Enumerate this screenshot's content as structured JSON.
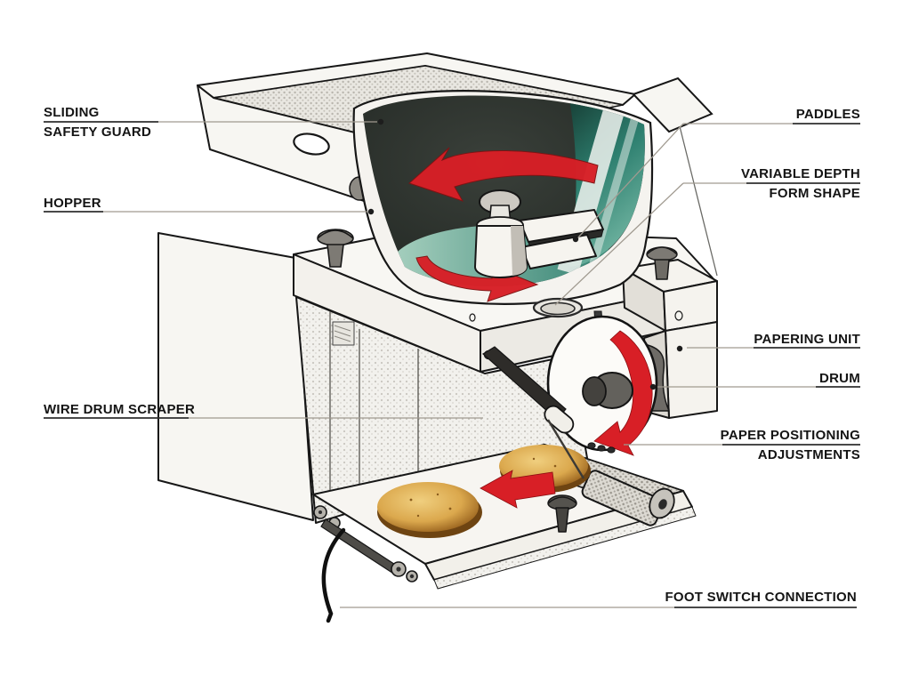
{
  "diagram": {
    "labels": {
      "sliding_safety_guard": {
        "lines": [
          "SLIDING",
          "SAFETY GUARD"
        ]
      },
      "hopper": {
        "lines": [
          "HOPPER"
        ]
      },
      "paddles": {
        "lines": [
          "PADDLES"
        ]
      },
      "variable_depth_form_shape": {
        "lines": [
          "VARIABLE DEPTH",
          "FORM SHAPE"
        ]
      },
      "papering_unit": {
        "lines": [
          "PAPERING UNIT"
        ]
      },
      "drum": {
        "lines": [
          "DRUM"
        ]
      },
      "paper_positioning_adjustments": {
        "lines": [
          "PAPER POSITIONING",
          "ADJUSTMENTS"
        ]
      },
      "wire_drum_scraper": {
        "lines": [
          "WIRE DRUM SCRAPER"
        ]
      },
      "foot_switch_connection": {
        "lines": [
          "FOOT SWITCH CONNECTION"
        ]
      }
    },
    "colors": {
      "background": "#ffffff",
      "label_text": "#141414",
      "leader_line": "#a09a90",
      "leader_underline": "#2f2f2f",
      "outline": "#171717",
      "hopper_interior_dark": "#20261f",
      "teal_surface": "#2e7e6e",
      "arrow_red": "#d81f26",
      "patty_tan": "#d8a74a",
      "metal_gray": "#8a8781"
    }
  }
}
